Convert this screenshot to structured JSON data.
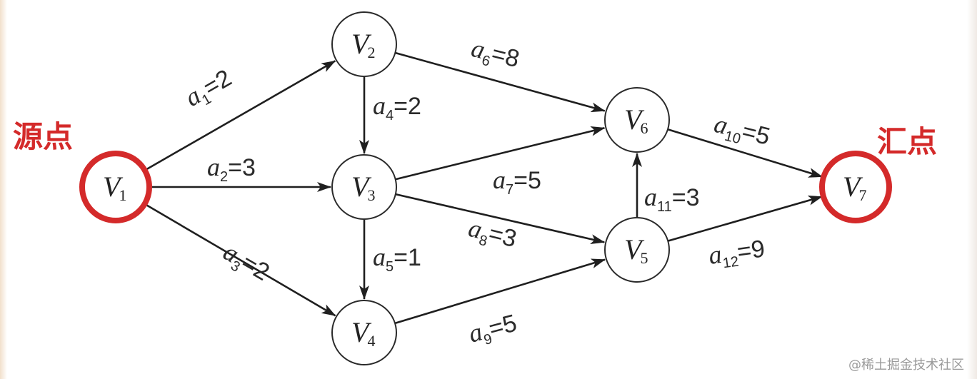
{
  "diagram": {
    "nodes": [
      {
        "id": "V1",
        "letter": "V",
        "sub": "1",
        "highlight": true
      },
      {
        "id": "V2",
        "letter": "V",
        "sub": "2",
        "highlight": false
      },
      {
        "id": "V3",
        "letter": "V",
        "sub": "3",
        "highlight": false
      },
      {
        "id": "V4",
        "letter": "V",
        "sub": "4",
        "highlight": false
      },
      {
        "id": "V5",
        "letter": "V",
        "sub": "5",
        "highlight": false
      },
      {
        "id": "V6",
        "letter": "V",
        "sub": "6",
        "highlight": false
      },
      {
        "id": "V7",
        "letter": "V",
        "sub": "7",
        "highlight": true
      }
    ],
    "edges": [
      {
        "from": "V1",
        "to": "V2",
        "label_letter": "a",
        "label_sub": "1",
        "weight": "=2"
      },
      {
        "from": "V1",
        "to": "V3",
        "label_letter": "a",
        "label_sub": "2",
        "weight": "=3"
      },
      {
        "from": "V1",
        "to": "V4",
        "label_letter": "a",
        "label_sub": "3",
        "weight": "=2"
      },
      {
        "from": "V2",
        "to": "V3",
        "label_letter": "a",
        "label_sub": "4",
        "weight": "=2"
      },
      {
        "from": "V3",
        "to": "V4",
        "label_letter": "a",
        "label_sub": "5",
        "weight": "=1"
      },
      {
        "from": "V2",
        "to": "V6",
        "label_letter": "a",
        "label_sub": "6",
        "weight": "=8"
      },
      {
        "from": "V3",
        "to": "V6",
        "label_letter": "a",
        "label_sub": "7",
        "weight": "=5"
      },
      {
        "from": "V3",
        "to": "V5",
        "label_letter": "a",
        "label_sub": "8",
        "weight": "=3"
      },
      {
        "from": "V4",
        "to": "V5",
        "label_letter": "a",
        "label_sub": "9",
        "weight": "=5"
      },
      {
        "from": "V6",
        "to": "V7",
        "label_letter": "a",
        "label_sub": "10",
        "weight": "=5"
      },
      {
        "from": "V5",
        "to": "V6",
        "label_letter": "a",
        "label_sub": "11",
        "weight": "=3"
      },
      {
        "from": "V5",
        "to": "V7",
        "label_letter": "a",
        "label_sub": "12",
        "weight": "=9"
      }
    ],
    "source_tag": "源点",
    "sink_tag": "汇点",
    "highlight_color": "#d42a2a",
    "line_color": "#1f1f1f"
  },
  "watermark": "@稀土掘金技术社区"
}
